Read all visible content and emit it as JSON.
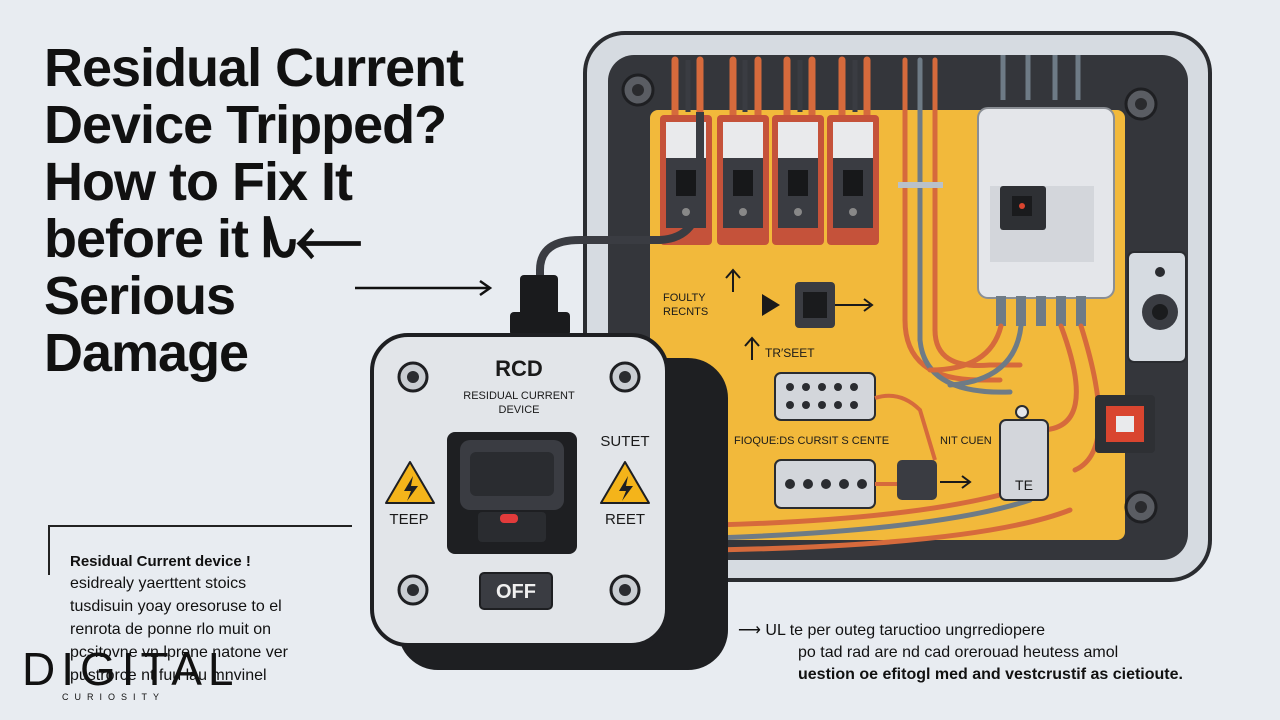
{
  "title": {
    "lines": [
      "Residual Current",
      "Device Tripped?",
      "How to Fix It",
      "before it ᗃ⟵",
      "Serious",
      "Damage"
    ]
  },
  "note": {
    "heading": "Residual Current device !",
    "lines": [
      "esidrealy yaerttent stoics",
      "tusdisuin yoay oresoruse to el",
      "renrota de ponne rlo muit on",
      "pcsitovne vn lprene natone ver",
      "pustrorce nt fuu lau mnvinel"
    ]
  },
  "logo": {
    "word": "DIGITAL",
    "sub": "CURIOSITY"
  },
  "rcd": {
    "name": "RCD",
    "desc1": "RESIDUAL CURRENT",
    "desc2": "DEVICE",
    "left_label": "TEEP",
    "right_top": "SUTET",
    "right_label": "REET",
    "off": "OFF"
  },
  "panel": {
    "label1a": "FOULTY",
    "label1b": "RECNTS",
    "label2": "TR′SEET",
    "label3": "FIOQUE:DS CURSIT S CENTE",
    "label4": "NIT CUEN",
    "module_label": "TE"
  },
  "caption": {
    "arrow": "⟶",
    "lines": [
      "UL te per outeg taructioo ungrrediopere",
      "po tad rad are nd cad orerouad heutess amol",
      "uestion oe efitogl med and vestcrustif as cietioute."
    ]
  },
  "colors": {
    "panel_bg": "#f2b93b",
    "enclosure": "#3a3c42",
    "wire_orange": "#d66a3c",
    "wire_grey": "#6e7b86",
    "warning": "#f4b41a",
    "red_button": "#d9452f"
  }
}
